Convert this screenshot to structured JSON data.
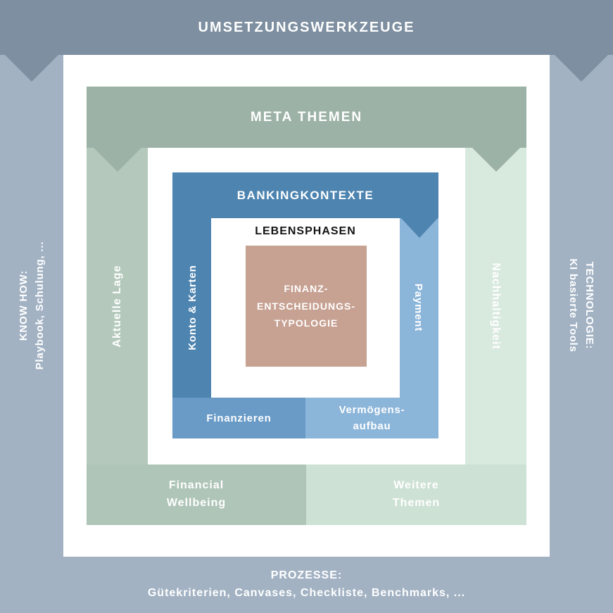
{
  "layers": {
    "outer": {
      "title": "UMSETZUNGSWERKZEUGE",
      "left": "KNOW HOW:\nPlaybook, Schulung, ...",
      "right": "TECHNOLOGIE:\nKI basierte Tools",
      "bottom": "PROZESSE:\nGütekriterien, Canvases, Checkliste, Benchmarks, ..."
    },
    "meta": {
      "title": "META THEMEN",
      "left": "Aktuelle Lage",
      "right": "Nachhaltigkeit",
      "bottom_left": "Financial\nWellbeing",
      "bottom_right": "Weitere\nThemen"
    },
    "banking": {
      "title": "BANKINGKONTEXTE",
      "left": "Konto & Karten",
      "right": "Payment",
      "bottom_left": "Finanzieren",
      "bottom_right": "Vermögens-\naufbau"
    },
    "inner": {
      "title": "LEBENSPHASEN",
      "core": "FINANZ-\nENTSCHEIDUNGS-\nTYPOLOGIE"
    }
  },
  "colors": {
    "outer_top": "#7d8fa0",
    "outer_side": "#a2b2c3",
    "meta_top": "#9db2a6",
    "meta_left": "#b4c9bc",
    "meta_right": "#d8e9de",
    "meta_bottom_left": "#afc5b8",
    "meta_bottom_right": "#cde1d4",
    "banking_dark": "#4e84b0",
    "banking_mid": "#699bc6",
    "banking_light": "#8bb5d9",
    "core": "#c7a192",
    "inner_title_text": "#141414",
    "label_text": "#ffffff"
  }
}
